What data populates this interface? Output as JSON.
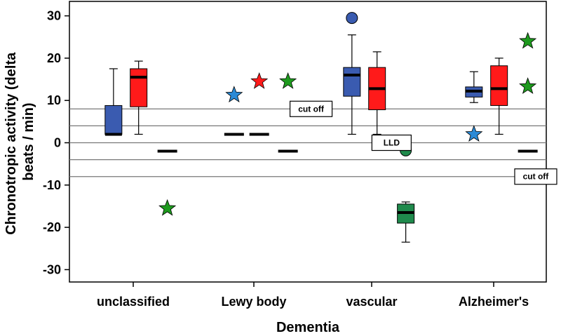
{
  "chart_data": {
    "type": "box",
    "xlabel": "Dementia",
    "ylabel_lines": [
      "Chronotropic activity (delta",
      "beats / min)"
    ],
    "ylim": [
      -35,
      32
    ],
    "yticks": [
      30,
      20,
      10,
      0,
      -10,
      -20,
      -30
    ],
    "categories": [
      "unclassified",
      "Lewy body",
      "vascular",
      "Alzheimer's"
    ],
    "colors": {
      "blue": "#3a5bb0",
      "red": "#ff1a1a",
      "green": "#1f8a4c",
      "star_blue": "#2a8ad6",
      "star_green": "#1e9a1e"
    },
    "reference_lines": [
      {
        "y": 8,
        "label": "cut off",
        "label_category_pos": 1.48
      },
      {
        "y": 4,
        "label": ""
      },
      {
        "y": 0,
        "label": "LLD",
        "label_category_pos": 2.15
      },
      {
        "y": -4,
        "label": ""
      },
      {
        "y": -8,
        "label": "cut off",
        "label_category_pos": 3.35
      }
    ],
    "boxes": [
      {
        "category": 0,
        "offset": -0.22,
        "color": "blue",
        "whisker_low": 2,
        "q1": 2,
        "median": 2,
        "q3": 8.8,
        "whisker_high": 17.5
      },
      {
        "category": 0,
        "offset": 0.06,
        "color": "red",
        "whisker_low": 2,
        "q1": 8.5,
        "median": 15.5,
        "q3": 17.5,
        "whisker_high": 19.3
      },
      {
        "category": 2,
        "offset": -0.22,
        "color": "blue",
        "whisker_low": 2,
        "q1": 11,
        "median": 16,
        "q3": 17.8,
        "whisker_high": 25.5
      },
      {
        "category": 2,
        "offset": 0.06,
        "color": "red",
        "whisker_low": 2,
        "q1": 7.8,
        "median": 12.8,
        "q3": 17.8,
        "whisker_high": 21.5
      },
      {
        "category": 2,
        "offset": 0.38,
        "color": "green",
        "whisker_low": -23.5,
        "q1": -19,
        "median": -16.5,
        "q3": -14.5,
        "whisker_high": -14
      },
      {
        "category": 3,
        "offset": -0.22,
        "color": "blue",
        "whisker_low": 9.5,
        "q1": 10.8,
        "median": 12.2,
        "q3": 13.2,
        "whisker_high": 16.8
      },
      {
        "category": 3,
        "offset": 0.06,
        "color": "red",
        "whisker_low": 2,
        "q1": 8.8,
        "median": 12.8,
        "q3": 18.2,
        "whisker_high": 20
      }
    ],
    "single_values": [
      {
        "category": 0,
        "offset": 0.38,
        "y": -2
      },
      {
        "category": 1,
        "offset": -0.22,
        "y": 2
      },
      {
        "category": 1,
        "offset": 0.06,
        "y": 2
      },
      {
        "category": 1,
        "offset": 0.38,
        "y": -2
      },
      {
        "category": 3,
        "offset": 0.38,
        "y": -2
      }
    ],
    "outliers": [
      {
        "category": 2,
        "offset": -0.22,
        "y": 29.5,
        "shape": "circle",
        "color": "blue"
      },
      {
        "category": 2,
        "offset": 0.38,
        "y": -1.8,
        "shape": "circle",
        "color": "green"
      }
    ],
    "extremes": [
      {
        "category": 0,
        "offset": 0.38,
        "y": -15.5,
        "shape": "star",
        "color": "star_green"
      },
      {
        "category": 1,
        "offset": -0.22,
        "y": 11.3,
        "shape": "star",
        "color": "star_blue"
      },
      {
        "category": 1,
        "offset": 0.06,
        "y": 14.5,
        "shape": "star",
        "color": "red"
      },
      {
        "category": 1,
        "offset": 0.38,
        "y": 14.5,
        "shape": "star",
        "color": "star_green"
      },
      {
        "category": 3,
        "offset": -0.22,
        "y": 2,
        "shape": "star",
        "color": "star_blue"
      },
      {
        "category": 3,
        "offset": 0.38,
        "y": 24,
        "shape": "star",
        "color": "star_green"
      },
      {
        "category": 3,
        "offset": 0.38,
        "y": 13.3,
        "shape": "star",
        "color": "star_green"
      }
    ]
  }
}
